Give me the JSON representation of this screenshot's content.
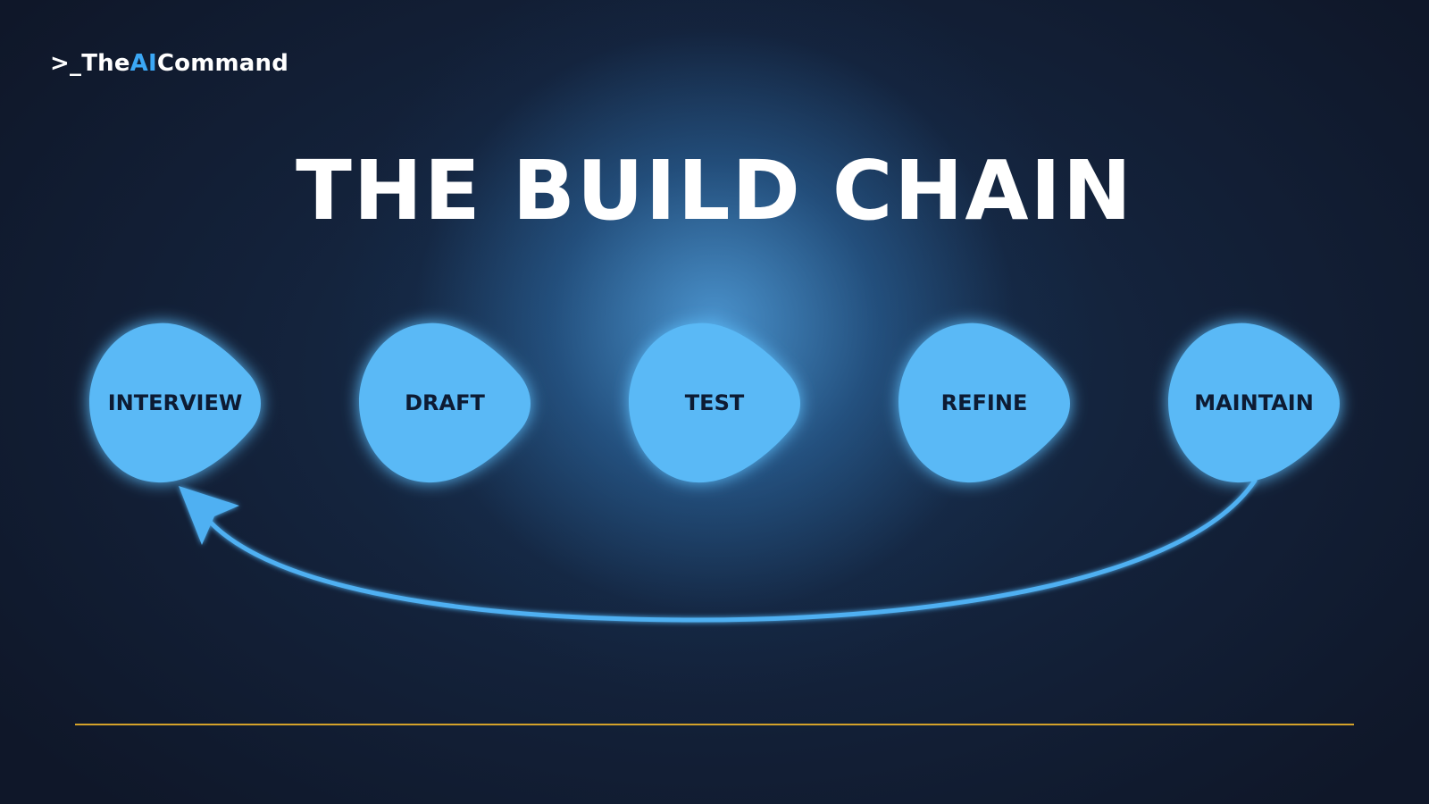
{
  "logo": {
    "prompt": ">_",
    "part1": "The",
    "part2": "AI",
    "part3": "Command"
  },
  "title": "THE BUILD CHAIN",
  "steps": [
    "INTERVIEW",
    "DRAFT",
    "TEST",
    "REFINE",
    "MAINTAIN"
  ],
  "colors": {
    "accent": "#3ba7f5",
    "node_fill": "#5ab9f6",
    "connector": "#4fb0f2",
    "divider": "#d4a22a",
    "label_text": "#0d1b33"
  }
}
